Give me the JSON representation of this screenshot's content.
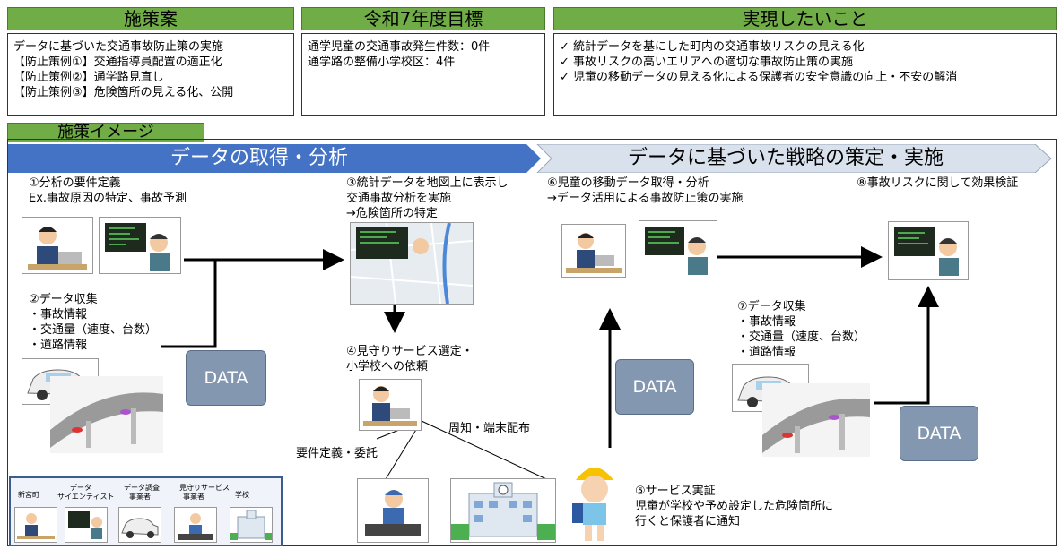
{
  "headers": {
    "measures": "施策案",
    "target": "令和7年度目標",
    "goals": "実現したいこと",
    "image": "施策イメージ"
  },
  "measures_lines": [
    "データに基づいた交通事故防止策の実施",
    "【防止策例①】交通指導員配置の適正化",
    "【防止策例②】通学路見直し",
    "【防止策例③】危険箇所の見える化、公開"
  ],
  "target_lines": [
    "通学児童の交通事故発生件数：0件",
    "通学路の整備小学校区：4件"
  ],
  "goals_lines": [
    "✓ 統計データを基にした町内の交通事故リスクの見える化",
    "✓ 事故リスクの高いエリアへの適切な事故防止策の実施",
    "✓ 児童の移動データの見える化による保護者の安全意識の向上・不安の解消"
  ],
  "phases": {
    "phase1": "データの取得・分析",
    "phase2": "データに基づいた戦略の策定・実施"
  },
  "steps": {
    "s1_line1": "①分析の要件定義",
    "s1_line2": "Ex.事故原因の特定、事故予測",
    "s2_line1": "②データ収集",
    "s2_line2": "・事故情報",
    "s2_line3": "・交通量（速度、台数）",
    "s2_line4": "・道路情報",
    "s3_line1": "③統計データを地図上に表示し",
    "s3_line2": "交通事故分析を実施",
    "s3_line3": "→危険箇所の特定",
    "s4_line1": "④見守りサービス選定・",
    "s4_line2": "小学校への依頼",
    "s5_line1": "⑤サービス実証",
    "s5_line2": "児童が学校や予め設定した危険箇所に",
    "s5_line3": "行くと保護者に通知",
    "s6_line1": "⑥児童の移動データ取得・分析",
    "s6_line2": "→データ活用による事故防止策の実施",
    "s7_line1": "⑦データ収集",
    "s7_line2": "・事故情報",
    "s7_line3": "・交通量（速度、台数）",
    "s7_line4": "・道路情報",
    "s8_line1": "⑧事故リスクに関して効果検証"
  },
  "labels": {
    "req_def": "要件定義・委託",
    "notice": "周知・端末配布",
    "data": "DATA"
  },
  "legend": {
    "town": "新宮町",
    "scientist_1": "データ",
    "scientist_2": "サイエンティスト",
    "survey_1": "データ調査",
    "survey_2": "事業者",
    "watch_1": "見守りサービス",
    "watch_2": "事業者",
    "school": "学校"
  },
  "colors": {
    "header_green": "#71ad47",
    "phase1_blue": "#4472c4",
    "phase2_gray": "#d9e1ec",
    "data_box": "#8497b0"
  }
}
